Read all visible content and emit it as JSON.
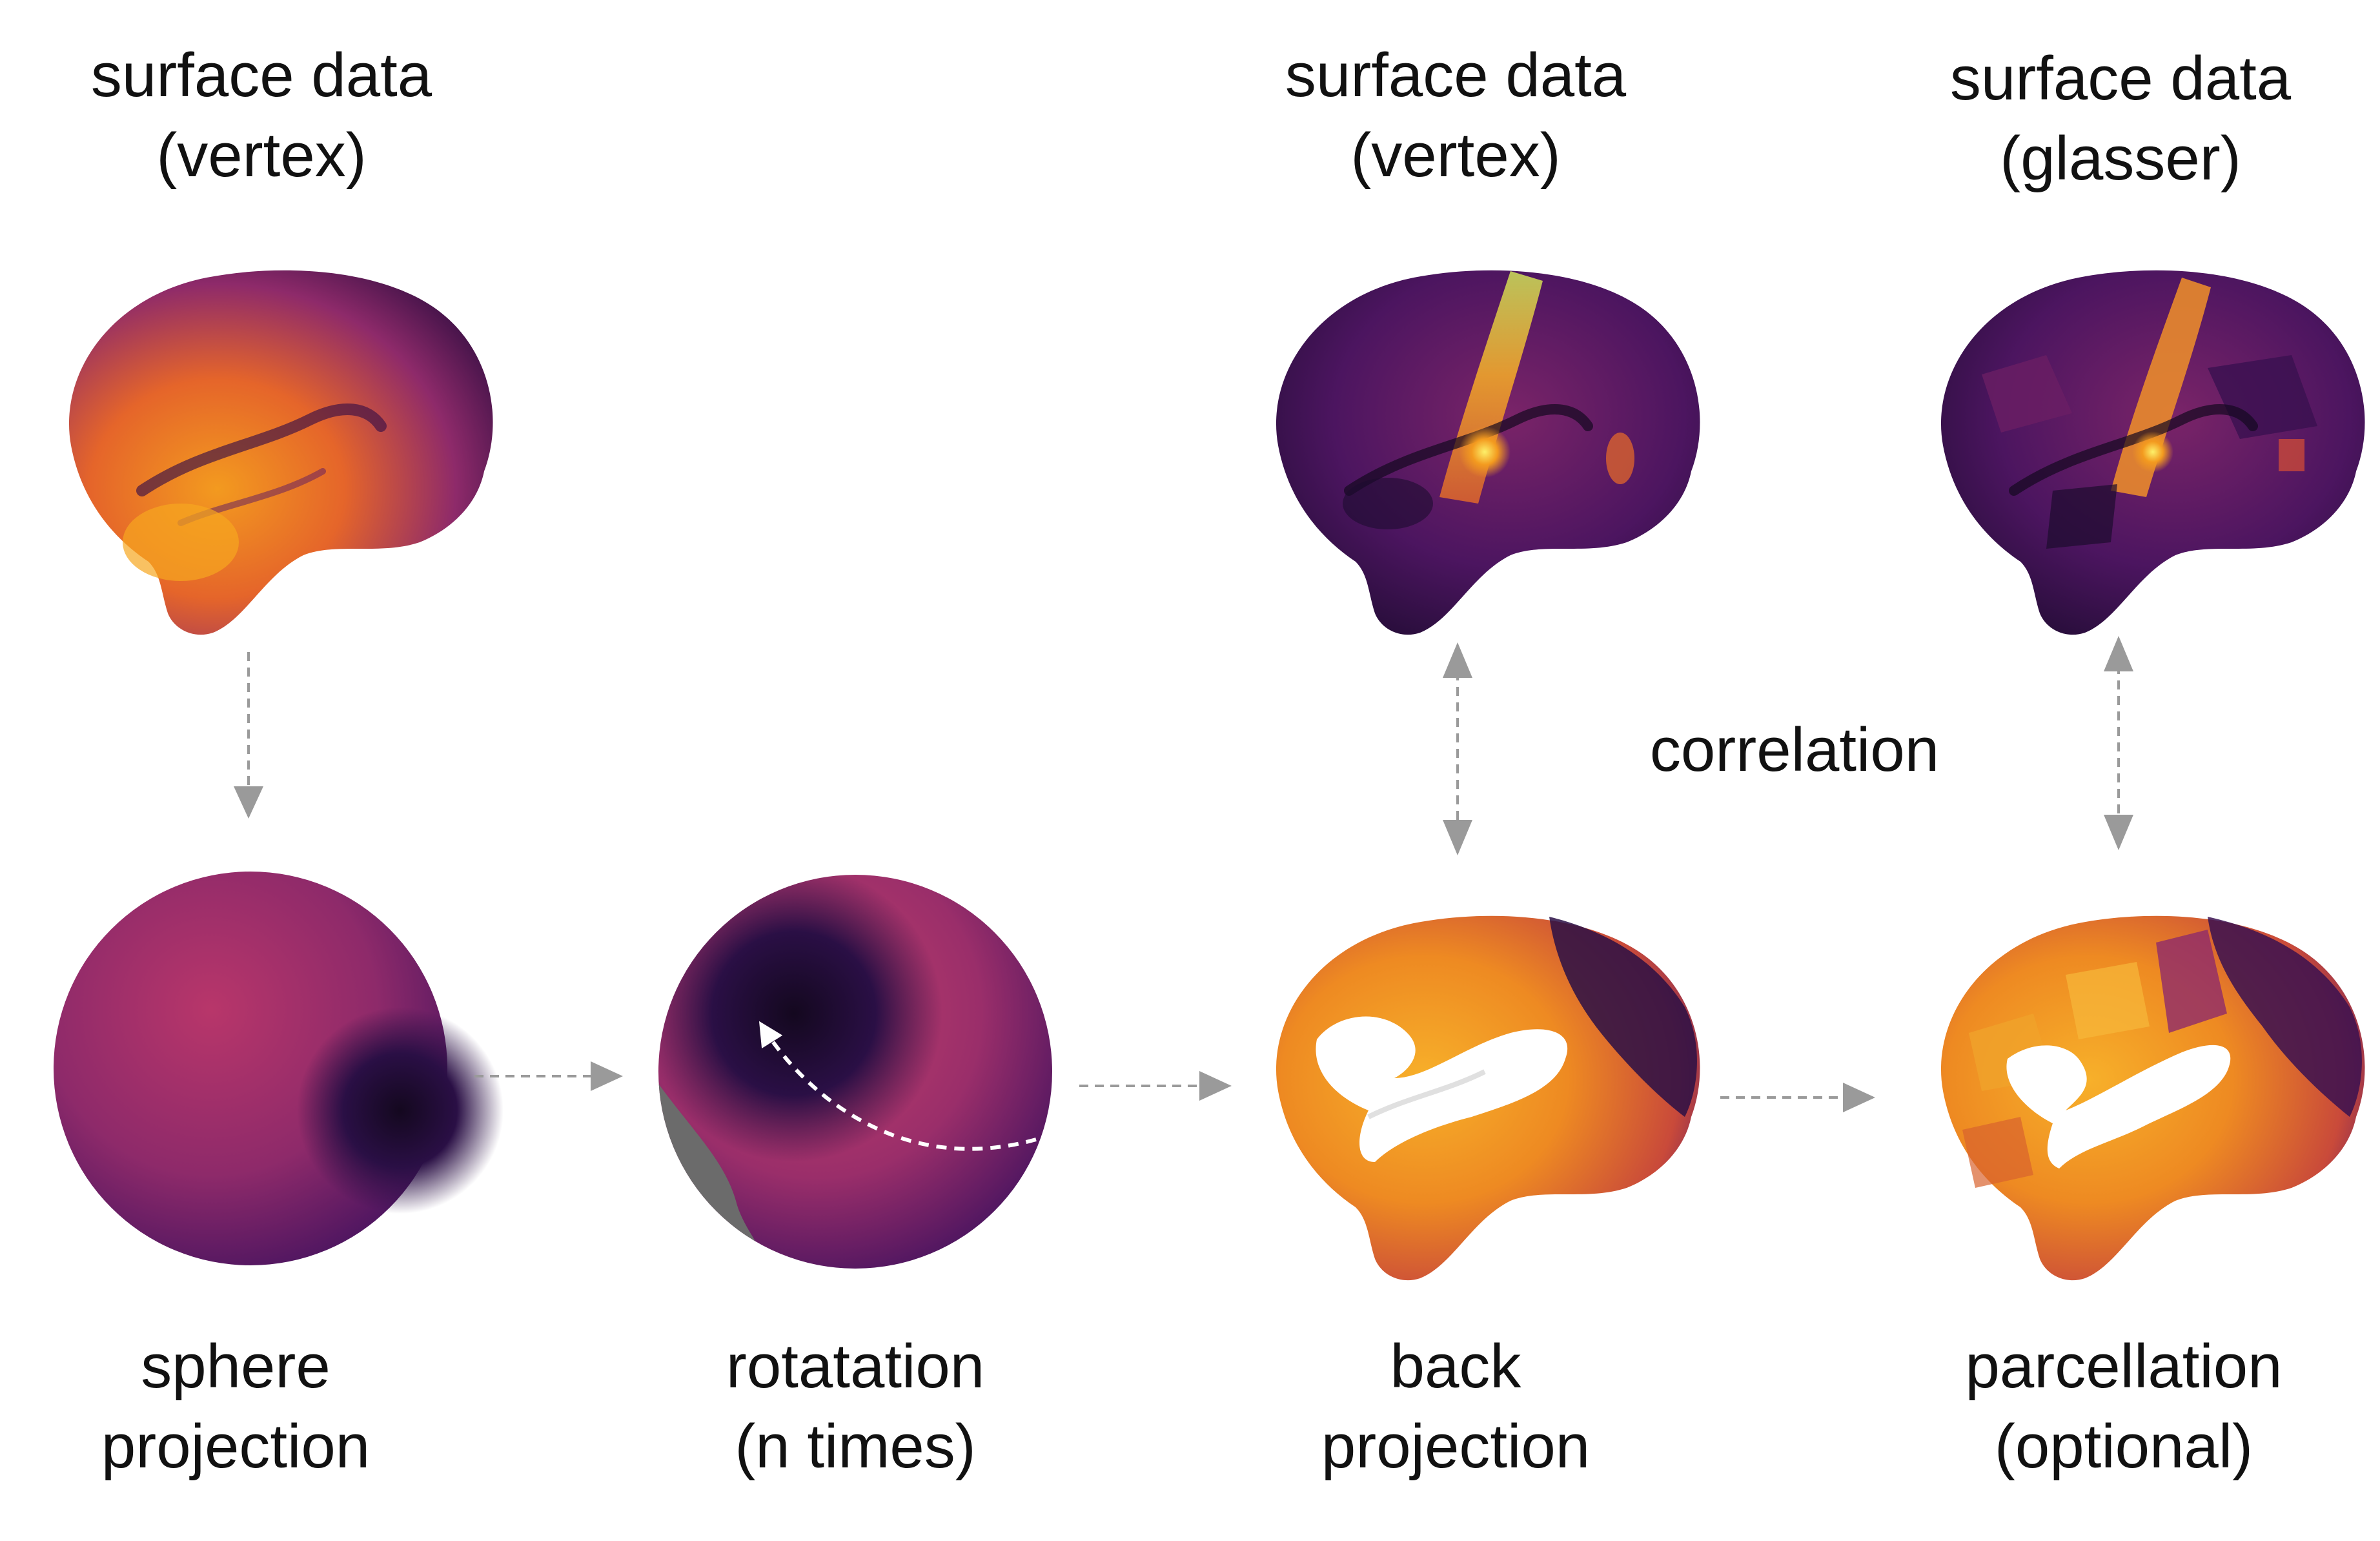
{
  "labels": {
    "surface_vertex_1": [
      "surface data",
      "(vertex)"
    ],
    "surface_vertex_2": [
      "surface data",
      "(vertex)"
    ],
    "surface_glasser": [
      "surface data",
      "(glasser)"
    ],
    "correlation": "correlation",
    "sphere_projection": [
      "sphere",
      "projection"
    ],
    "rotation": [
      "rotatation",
      "(n times)"
    ],
    "back_projection": [
      "back",
      "projection"
    ],
    "parcellation": [
      "parcellation",
      "(optional)"
    ]
  },
  "colors": {
    "arrow": "#9a9a9a",
    "deep": "#1c0b2e",
    "purple": "#5b1763",
    "magenta": "#8e2a6a",
    "pink": "#b8366a",
    "orange": "#e5652a",
    "amber": "#f39a1f",
    "yellow": "#f8d25a",
    "mask_grey": "#6b6b6b",
    "mask_white": "#ffffff"
  }
}
